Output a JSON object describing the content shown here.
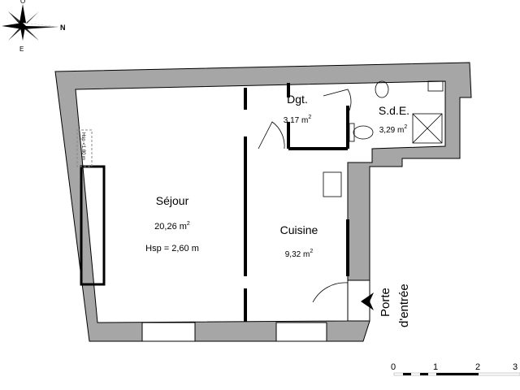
{
  "compass": {
    "north": "N",
    "west": "O",
    "east": "E"
  },
  "rooms": {
    "sejour": {
      "name": "Séjour",
      "area": "20,26 m",
      "height": "Hsp = 2,60 m",
      "note": "Hsp <1,80 m"
    },
    "dgt": {
      "name": "Dgt.",
      "area": "3,17 m"
    },
    "sde": {
      "name": "S.d.E.",
      "area": "3,29 m"
    },
    "cuisine": {
      "name": "Cuisine",
      "area": "9,32 m"
    }
  },
  "area_unit_exponent": "2",
  "entrance": {
    "line1": "Porte",
    "line2": "d'entrée"
  },
  "scale": {
    "ticks": [
      "0",
      "1",
      "2",
      "3"
    ]
  },
  "colors": {
    "wall": "#a6a6a6",
    "wall_outline": "#000000"
  }
}
